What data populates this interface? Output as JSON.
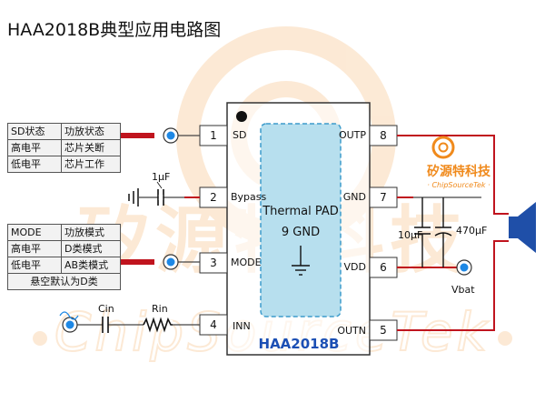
{
  "title": "HAA2018B典型应用电路图",
  "chip": {
    "name": "HAA2018B",
    "thermal_pad_line1": "Thermal PAD",
    "thermal_pad_line2": "9 GND",
    "left_pins": [
      {
        "num": "1",
        "label": "SD"
      },
      {
        "num": "2",
        "label": "Bypass"
      },
      {
        "num": "3",
        "label": "MODE"
      },
      {
        "num": "4",
        "label": "INN"
      }
    ],
    "right_pins": [
      {
        "num": "8",
        "label": "OUTP"
      },
      {
        "num": "7",
        "label": "GND"
      },
      {
        "num": "6",
        "label": "VDD"
      },
      {
        "num": "5",
        "label": "OUTN"
      }
    ]
  },
  "sd_table": {
    "rows": [
      [
        "SD状态",
        "功放状态"
      ],
      [
        "高电平",
        "芯片关断"
      ],
      [
        "低电平",
        "芯片工作"
      ]
    ]
  },
  "mode_table": {
    "rows": [
      [
        "MODE",
        "功放模式"
      ],
      [
        "高电平",
        "D类模式"
      ],
      [
        "低电平",
        "AB类模式"
      ]
    ],
    "footer": "悬空默认为D类"
  },
  "components": {
    "bypass_cap": "1μF",
    "cin": "Cin",
    "rin": "Rin",
    "cap_10": "10μF",
    "cap_470": "470μF",
    "vbat": "Vbat"
  },
  "logo": {
    "brand_cn": "矽源特科技",
    "brand_en": "ChipSourceTek",
    "brand_en_deco": "· ChipSourceTek ·"
  },
  "colors": {
    "wire_red": "#c0141e",
    "arrow_red": "#c0141e",
    "pad_fill": "#b7dfee",
    "pad_stroke": "#3d9ccc",
    "terminal_blue": "#1e88e5",
    "chip_name_blue": "#1b4fb4",
    "logo_orange": "#f08a1c"
  }
}
